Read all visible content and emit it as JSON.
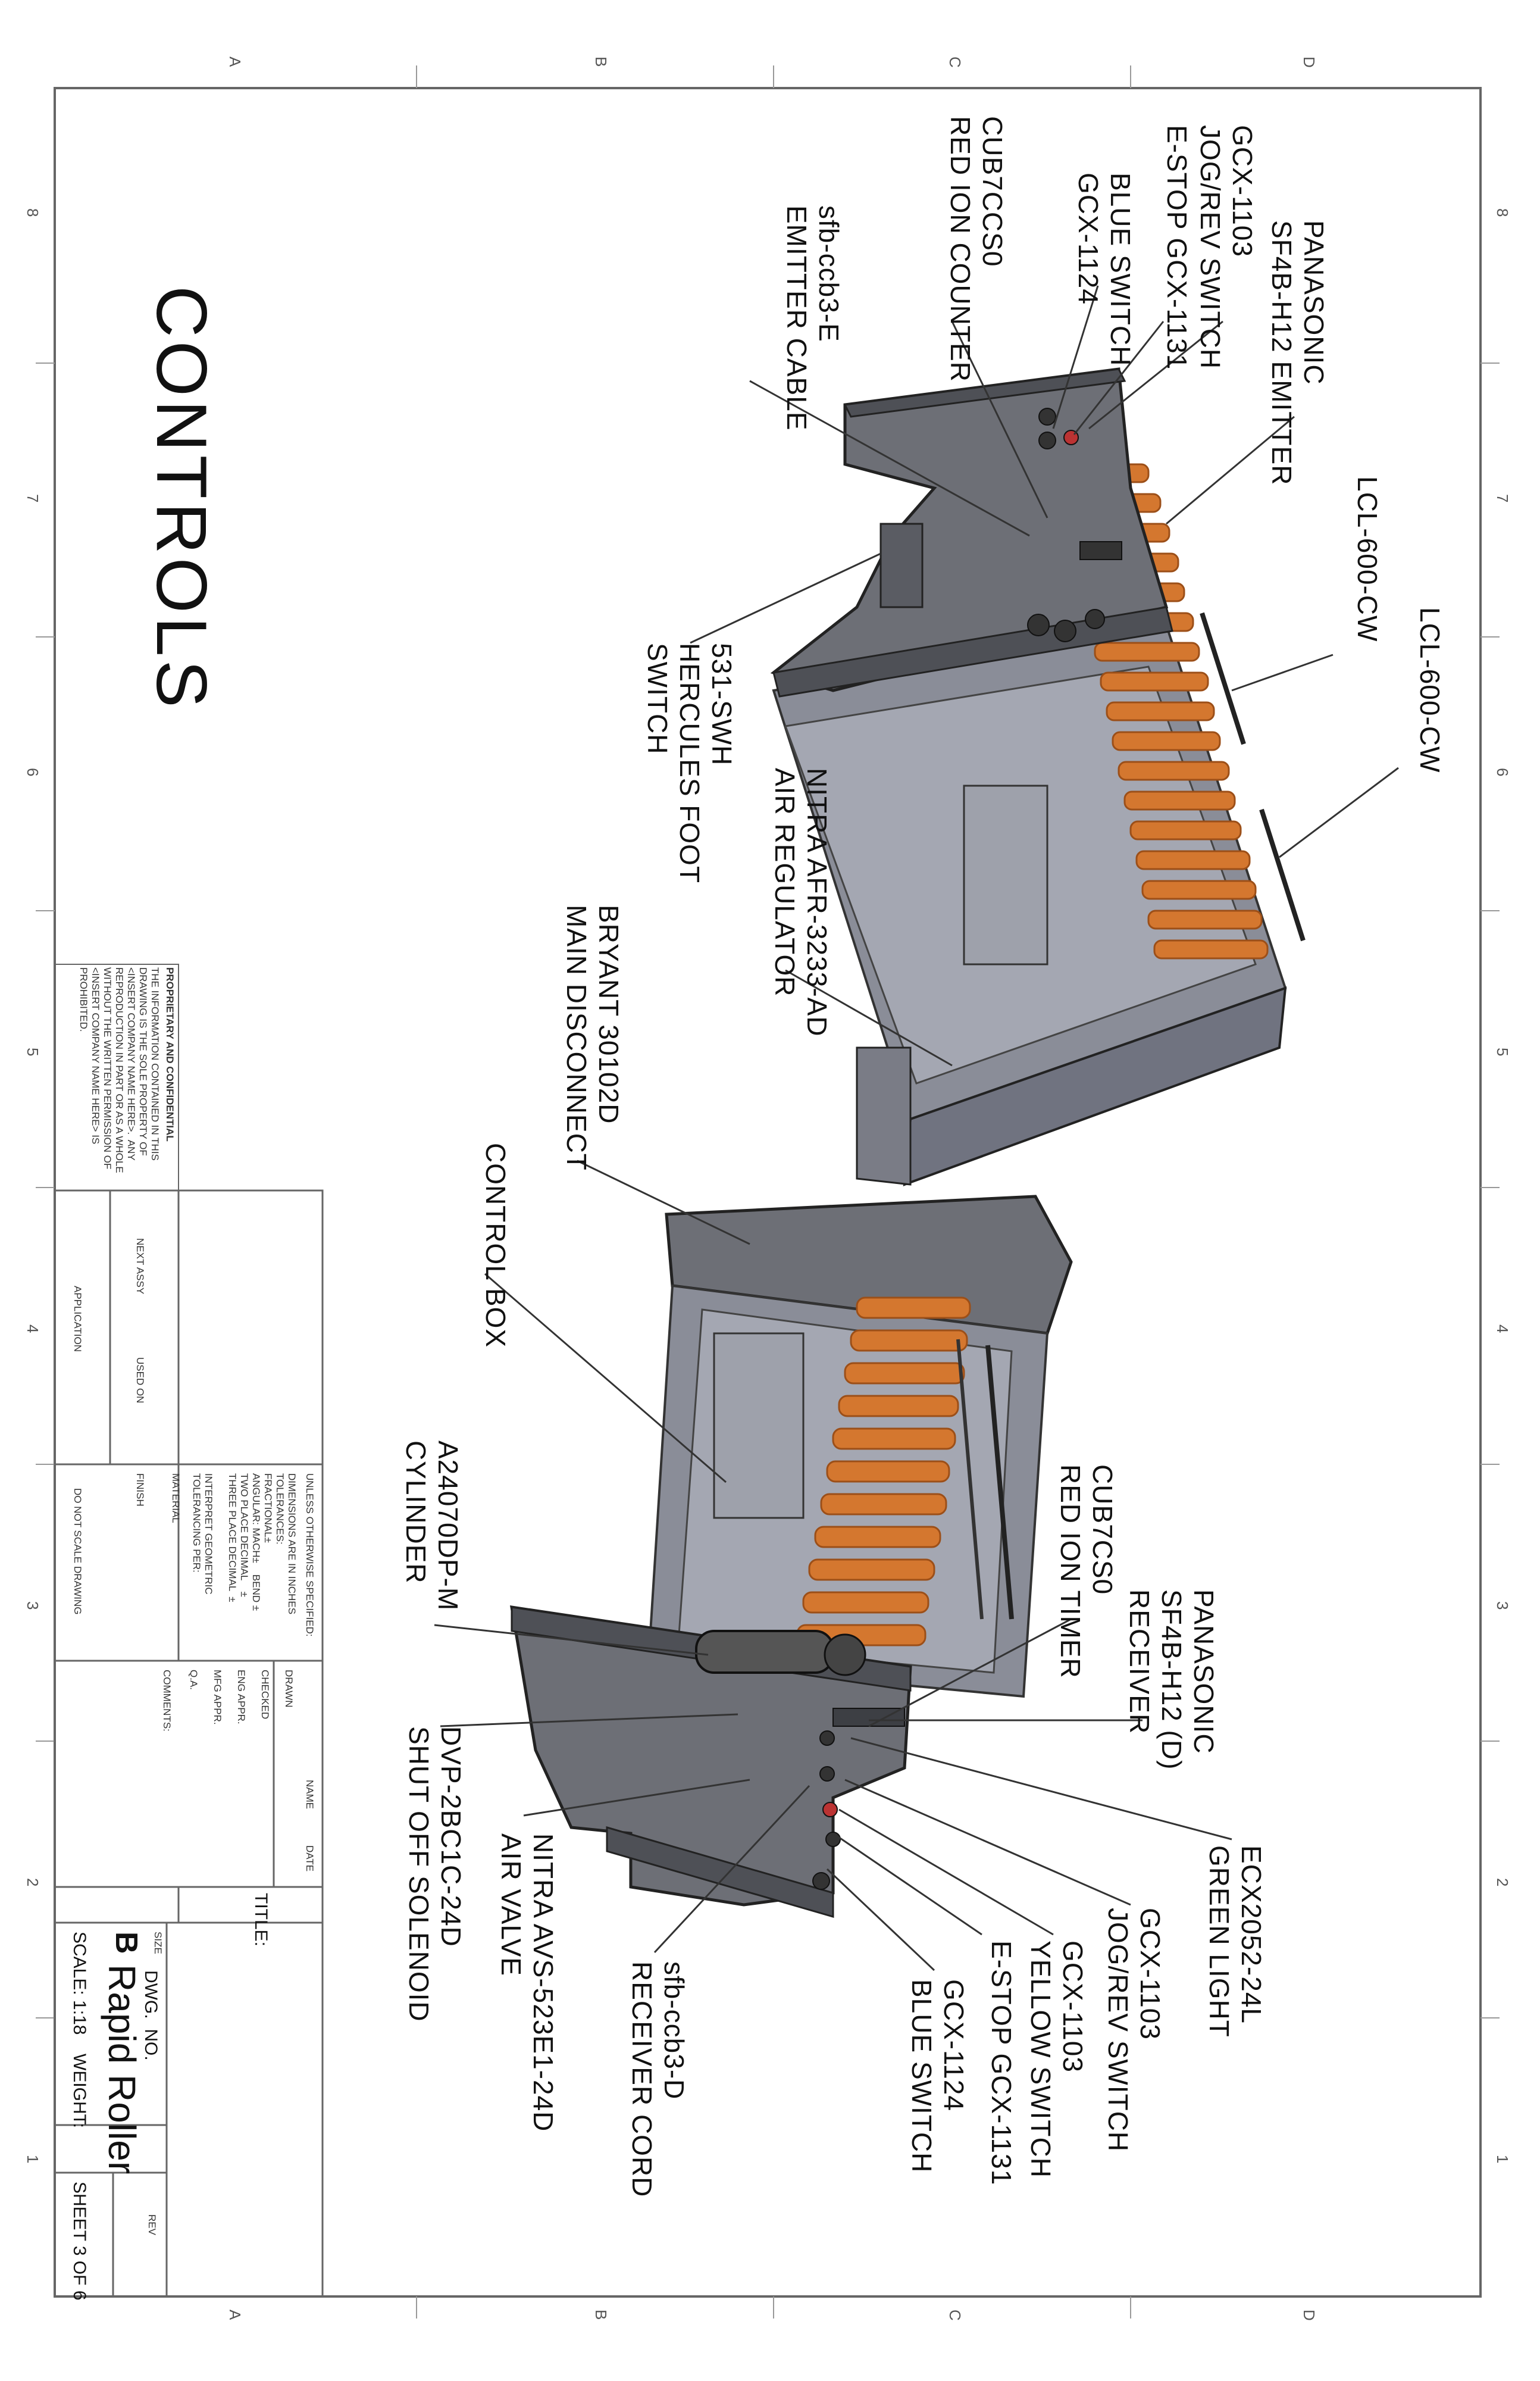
{
  "drawing": {
    "title": "CONTROLS",
    "zones_letters": [
      "A",
      "B",
      "C",
      "D"
    ],
    "zones_numbers": [
      "8",
      "7",
      "6",
      "5",
      "4",
      "3",
      "2",
      "1"
    ]
  },
  "callouts_top": [
    {
      "lines": "PANASONIC\nSF4B-H12 EMITTER"
    },
    {
      "lines": "GCX-1103\nJOG/REV SWITCH"
    },
    {
      "lines": "E-STOP GCX-1131"
    },
    {
      "lines": "BLUE SWITCH\nGCX-1124"
    },
    {
      "lines": "CUB7CCS0\nRED ION COUNTER"
    },
    {
      "lines": "sfb-ccb3-E\nEMITTER CABLE"
    },
    {
      "lines": "LCL-600-CW"
    },
    {
      "lines": "LCL-600-CW"
    },
    {
      "lines": "531-SWH\nHERCULES FOOT\nSWITCH"
    },
    {
      "lines": "NITRA AFR-3233-AD\nAIR REGULATOR"
    },
    {
      "lines": "BRYANT 30102D\nMAIN DISCONNECT"
    }
  ],
  "callouts_bottom": [
    {
      "lines": "CONTROL BOX"
    },
    {
      "lines": "CUB7CS0\nRED ION TIMER"
    },
    {
      "lines": "PANASONIC\nSF4B-H12 (D)\nRECEIVER"
    },
    {
      "lines": "A24070DP-M\nCYLINDER"
    },
    {
      "lines": "DVP-2BC1C-24D\nSHUT OFF SOLENOID"
    },
    {
      "lines": "NITRA AVS-523E1-24D\nAIR VALVE"
    },
    {
      "lines": "sfb-ccb3-D\nRECEIVER CORD"
    },
    {
      "lines": "GCX-1124\nBLUE SWITCH"
    },
    {
      "lines": "E-STOP GCX-1131"
    },
    {
      "lines": "GCX-1103\nYELLOW SWITCH"
    },
    {
      "lines": "GCX-1103\nJOG/REV SWITCH"
    },
    {
      "lines": "ECX2052-24L\nGREEN LIGHT"
    }
  ],
  "proprietary": {
    "heading": "PROPRIETARY AND CONFIDENTIAL",
    "body": "THE INFORMATION CONTAINED IN THIS\nDRAWING IS THE SOLE PROPERTY OF\n<INSERT COMPANY NAME HERE>.  ANY\nREPRODUCTION IN PART OR AS A WHOLE\nWITHOUT THE WRITTEN PERMISSION OF\n<INSERT COMPANY NAME HERE> IS\nPROHIBITED."
  },
  "title_block": {
    "next_assy": "NEXT ASSY",
    "used_on": "USED ON",
    "application": "APPLICATION",
    "unless": "UNLESS OTHERWISE SPECIFIED:",
    "tolerances": "DIMENSIONS ARE IN INCHES\nTOLERANCES:\nFRACTIONAL±\nANGULAR: MACH±    BEND ±\nTWO PLACE DECIMAL    ±\nTHREE PLACE DECIMAL  ±",
    "interpret": "INTERPRET GEOMETRIC\nTOLERANCING PER:",
    "material": "MATERIAL",
    "finish": "FINISH",
    "do_not_scale": "DO NOT SCALE DRAWING",
    "name": "NAME",
    "date": "DATE",
    "rows": [
      "DRAWN",
      "CHECKED",
      "ENG APPR.",
      "MFG APPR.",
      "Q.A.",
      "COMMENTS:"
    ],
    "title_label": "TITLE:",
    "size_label": "SIZE",
    "size_value": "B",
    "dwg_no_label": "DWG.  NO.",
    "dwg_no_value": "Rapid Roller",
    "rev_label": "REV",
    "scale": "SCALE: 1:18",
    "weight": "WEIGHT:",
    "sheet": "SHEET 3 OF 6"
  },
  "colors": {
    "frame": "#555555",
    "plate": "#6d6f76",
    "plate_dark": "#4e5056",
    "frame_metal": "#8a8d98",
    "roller": "#d4772f",
    "roller_dark": "#9c4f18"
  }
}
